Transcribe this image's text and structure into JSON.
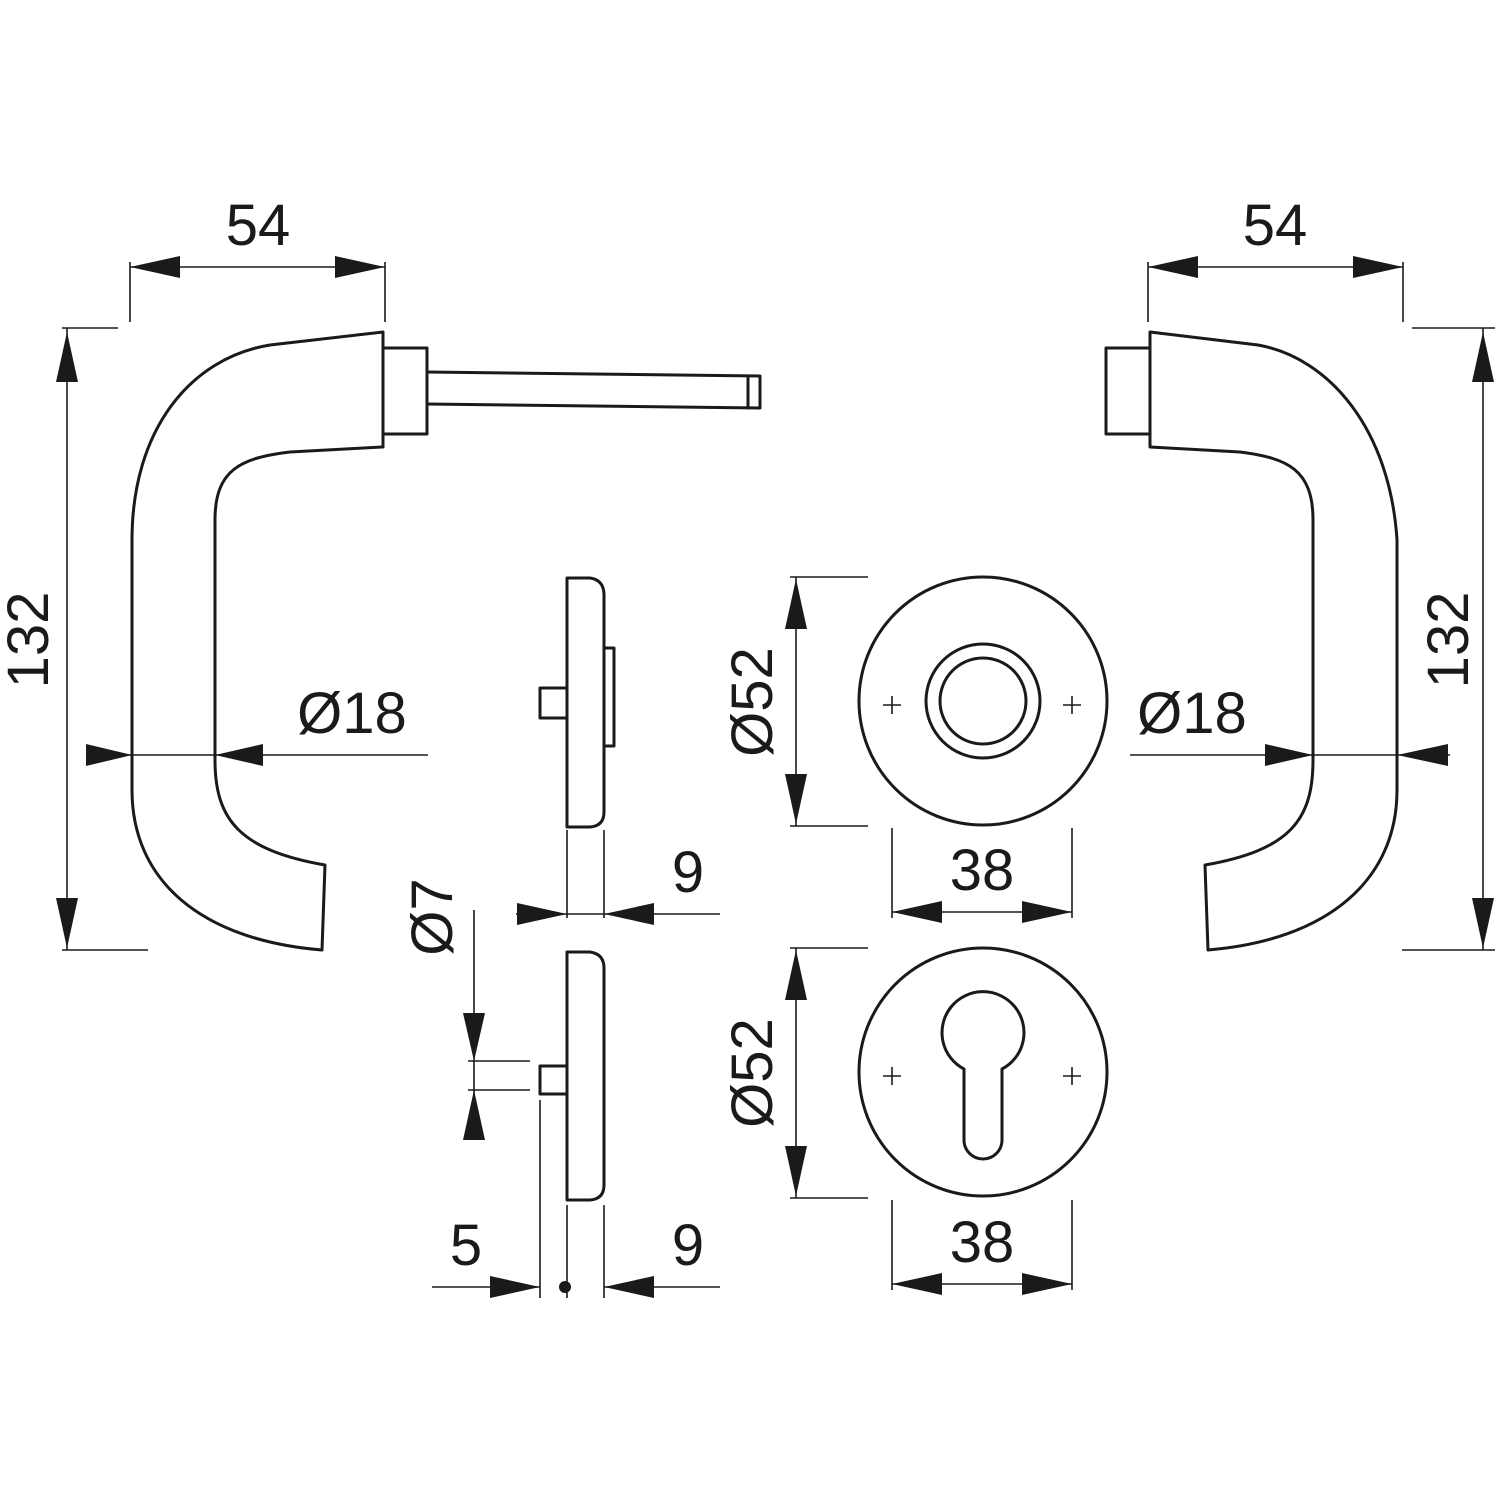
{
  "dimensions": {
    "left_handle_width": "54",
    "right_handle_width": "54",
    "left_handle_height": "132",
    "right_handle_height": "132",
    "left_grip_diameter": "Ø18",
    "right_grip_diameter": "Ø18",
    "top_rose_diameter": "Ø52",
    "bottom_rose_diameter": "Ø52",
    "top_rose_screw_spacing": "38",
    "bottom_rose_screw_spacing": "38",
    "top_side_thickness": "9",
    "bottom_side_thickness": "9",
    "pin_diameter": "Ø7",
    "pin_offset": "5"
  },
  "colors": {
    "line": "#1a1a1a",
    "background": "#ffffff"
  }
}
